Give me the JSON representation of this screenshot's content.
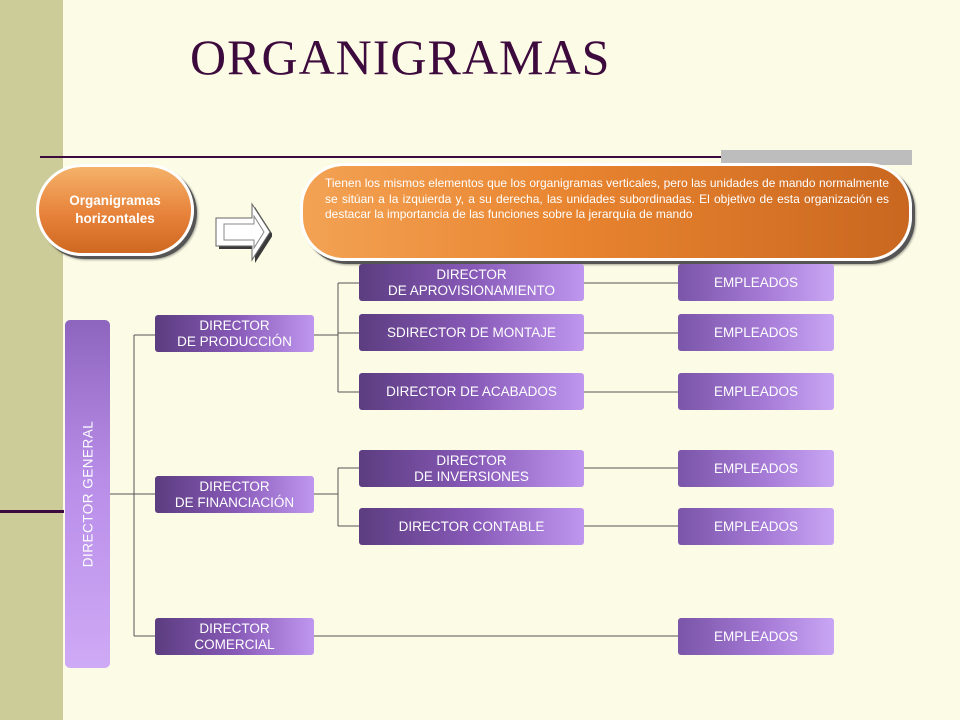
{
  "title": "ORGANIGRAMAS",
  "intro": {
    "pill_label": "Organigramas horizontales",
    "description": "Tienen los mismos elementos que los organigramas verticales, pero las unidades de mando normalmente se sitúan a la izquierda y, a su derecha, las unidades subordinadas. El objetivo de esta organización es destacar la importancia de las funciones sobre la jerarquía de mando"
  },
  "chart": {
    "root": "DIRECTOR GENERAL",
    "level1": [
      {
        "line1": "DIRECTOR",
        "line2": "DE PRODUCCIÓN"
      },
      {
        "line1": "DIRECTOR",
        "line2": "DE FINANCIACIÓN"
      },
      {
        "line1": "DIRECTOR",
        "line2": "COMERCIAL"
      }
    ],
    "level2": [
      {
        "line1": "DIRECTOR",
        "line2": "DE APROVISIONAMIENTO"
      },
      {
        "line1": "SDIRECTOR DE MONTAJE",
        "line2": ""
      },
      {
        "line1": "DIRECTOR DE ACABADOS",
        "line2": ""
      },
      {
        "line1": "DIRECTOR",
        "line2": "DE INVERSIONES"
      },
      {
        "line1": "DIRECTOR CONTABLE",
        "line2": ""
      }
    ],
    "employees": [
      "EMPLEADOS",
      "EMPLEADOS",
      "EMPLEADOS",
      "EMPLEADOS",
      "EMPLEADOS",
      "EMPLEADOS"
    ]
  },
  "colors": {
    "background": "#fcfbe6",
    "band": "#cccc99",
    "title": "#3d0a3d",
    "orange": "#e8842f",
    "purple": "#8759b7"
  },
  "icons": {
    "arrow": "right-arrow-icon"
  }
}
